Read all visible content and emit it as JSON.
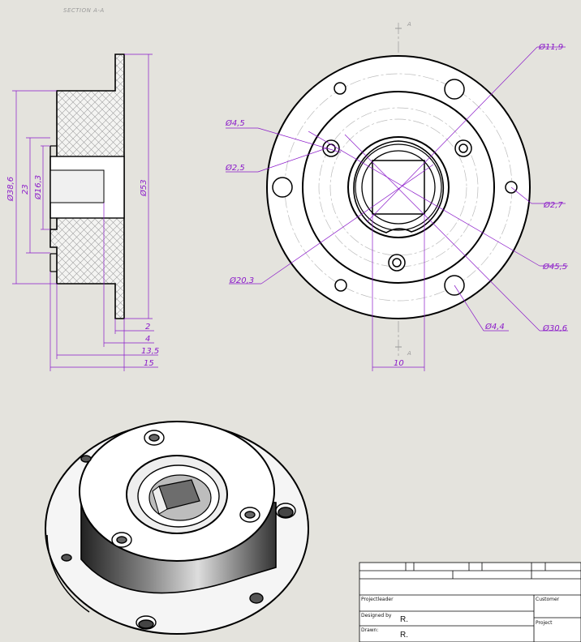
{
  "section_title": "SECTION A-A",
  "section_markers": {
    "top": "A",
    "bottom": "A"
  },
  "colors": {
    "dimension": "#8a19c9",
    "paper": "#e4e3dd",
    "line": "#000000",
    "hatch": "#9a9a9a"
  },
  "section_dims": {
    "d38_6": "Ø38,6",
    "d23": "23",
    "d16_3": "Ø16,3",
    "d53": "Ø53",
    "h2": "2",
    "h4": "4",
    "h13_5": "13,5",
    "h15": "15"
  },
  "front_dims": {
    "d11_9": "Ø11,9",
    "d4_5": "Ø4,5",
    "d2_5": "Ø2,5",
    "d2_7": "Ø2,7",
    "d45_5": "Ø45,5",
    "d20_3": "Ø20,3",
    "d4_4": "Ø4,4",
    "d30_6": "Ø30,6",
    "w10": "10"
  },
  "title_block": {
    "project_leader_label": "Projectleader",
    "customer_label": "Customer",
    "designed_by_label": "Designed by",
    "designed_by_value": "R.",
    "drawn_label": "Drawn:",
    "drawn_value": "R.",
    "project_label": "Project"
  }
}
